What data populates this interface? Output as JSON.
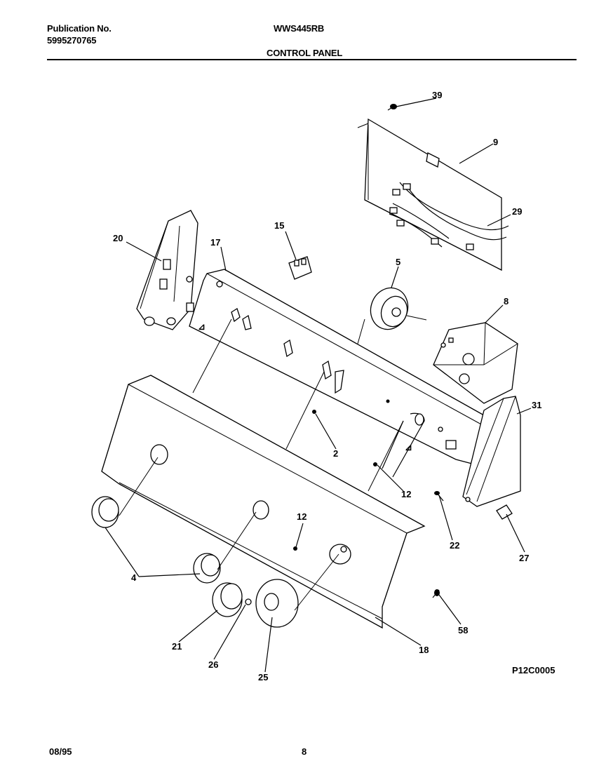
{
  "header": {
    "publication_label": "Publication No.",
    "publication_number": "5995270765",
    "model": "WWS445RB",
    "section_title": "CONTROL PANEL"
  },
  "footer": {
    "date": "08/95",
    "page_number": "8"
  },
  "diagram": {
    "drawing_code": "P12C0005",
    "callouts": {
      "c39": "39",
      "c9": "9",
      "c29": "29",
      "c20": "20",
      "c15": "15",
      "c17": "17",
      "c5": "5",
      "c8": "8",
      "c31": "31",
      "c2": "2",
      "c12a": "12",
      "c12b": "12",
      "c22": "22",
      "c27": "27",
      "c4": "4",
      "c21": "21",
      "c26": "26",
      "c25": "25",
      "c18": "18",
      "c58": "58"
    }
  }
}
